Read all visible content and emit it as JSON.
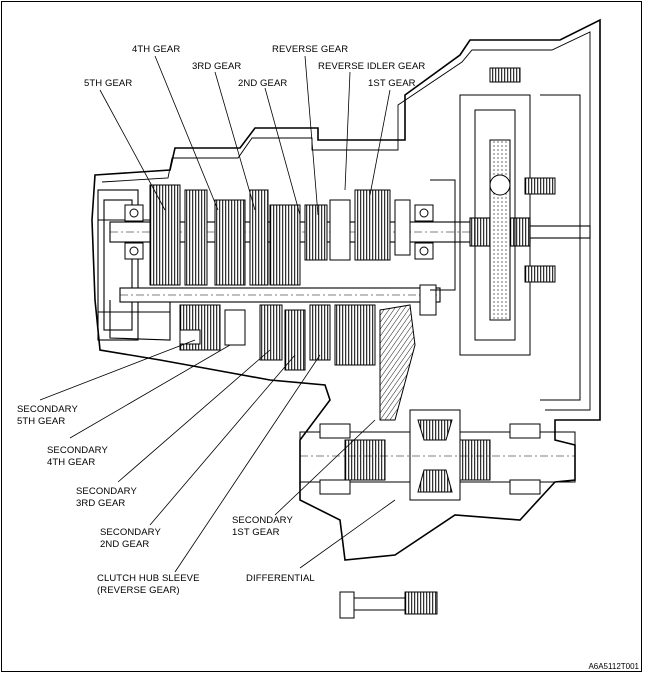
{
  "labels": {
    "fourth_gear": "4TH GEAR",
    "reverse_gear": "REVERSE GEAR",
    "third_gear": "3RD GEAR",
    "reverse_idler_gear": "REVERSE IDLER GEAR",
    "fifth_gear": "5TH GEAR",
    "second_gear": "2ND GEAR",
    "first_gear": "1ST GEAR",
    "secondary_fifth_gear": "SECONDARY\n5TH GEAR",
    "secondary_fourth_gear": "SECONDARY\n4TH GEAR",
    "secondary_third_gear": "SECONDARY\n3RD GEAR",
    "secondary_second_gear": "SECONDARY\n2ND GEAR",
    "clutch_hub_sleeve": "CLUTCH HUB SLEEVE\n(REVERSE GEAR)",
    "secondary_first_gear": "SECONDARY\n1ST GEAR",
    "differential": "DIFFERENTIAL"
  },
  "figure_code": "A6A5112T001",
  "colors": {
    "ink": "#000000",
    "paper": "#ffffff",
    "shade": "#d9d9d9"
  }
}
